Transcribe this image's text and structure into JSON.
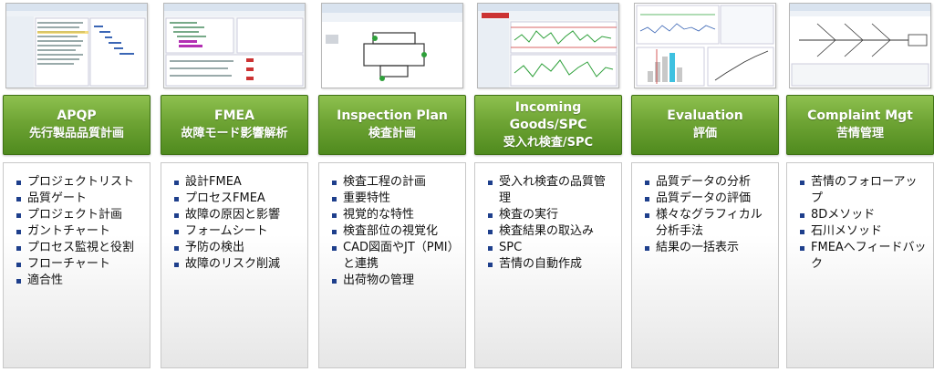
{
  "columns": [
    {
      "title_en": "APQP",
      "title_jp": "先行製品品質計画",
      "thumb_icon": "gantt-chart-screenshot",
      "items": [
        "プロジェクトリスト",
        "品質ゲート",
        "プロジェクト計画",
        "ガントチャート",
        "プロセス監視と役割",
        "フローチャート",
        "適合性"
      ]
    },
    {
      "title_en": "FMEA",
      "title_jp": "故障モード影響解析",
      "thumb_icon": "fmea-tree-screenshot",
      "items": [
        "設計FMEA",
        "プロセスFMEA",
        "故障の原因と影響",
        "フォームシート",
        "予防の検出",
        "故障のリスク削減"
      ]
    },
    {
      "title_en": "Inspection Plan",
      "title_jp": "検査計画",
      "thumb_icon": "cad-drawing-screenshot",
      "items": [
        "検査工程の計画",
        "重要特性",
        "視覚的な特性",
        "検査部位の視覚化",
        "CAD図面やJT（PMI）と連携",
        "出荷物の管理"
      ]
    },
    {
      "title_en": "Incoming Goods/SPC",
      "title_jp": "受入れ検査/SPC",
      "thumb_icon": "spc-chart-screenshot",
      "items": [
        "受入れ検査の品質管理",
        "検査の実行",
        "検査結果の取込み",
        "SPC",
        "苦情の自動作成"
      ]
    },
    {
      "title_en": "Evaluation",
      "title_jp": "評価",
      "thumb_icon": "evaluation-charts-screenshot",
      "items": [
        "品質データの分析",
        "品質データの評価",
        "様々なグラフィカル分析手法",
        "結果の一括表示"
      ]
    },
    {
      "title_en": "Complaint Mgt",
      "title_jp": "苦情管理",
      "thumb_icon": "fishbone-diagram-screenshot",
      "items": [
        "苦情のフォローアップ",
        "8Dメソッド",
        "石川メソッド",
        "FMEAへフィードバック"
      ]
    }
  ],
  "colors": {
    "header_green": "#6ea434",
    "bullet_blue": "#1e3f8c",
    "box_border": "#c8c8c8"
  }
}
